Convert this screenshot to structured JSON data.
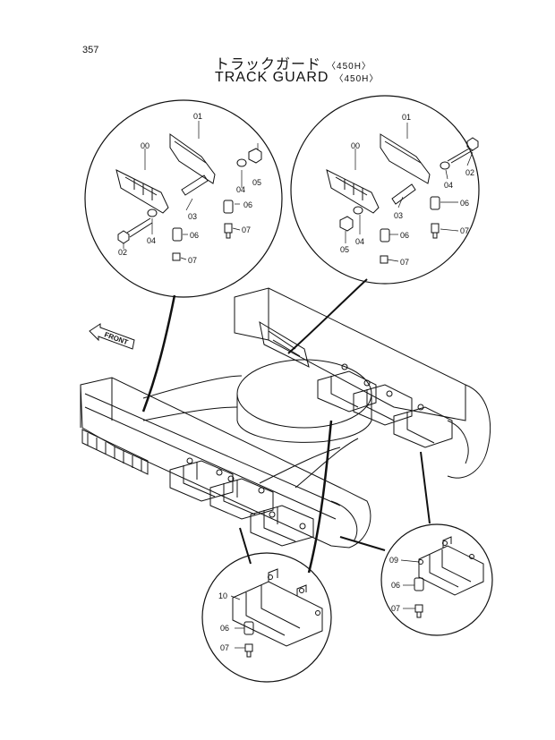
{
  "page": {
    "number": "357"
  },
  "title": {
    "jp": "トラックガード",
    "en": "TRACK GUARD",
    "model": "〈450H〉"
  },
  "front_label": "FRONT",
  "callouts": {
    "left_circle": [
      "01",
      "00",
      "05",
      "04",
      "03",
      "06",
      "04",
      "06",
      "02",
      "07",
      "07"
    ],
    "right_circle": [
      "01",
      "00",
      "02",
      "04",
      "03",
      "06",
      "07",
      "05",
      "04",
      "06",
      "07"
    ],
    "bottom_left_circle": [
      "10",
      "06",
      "07"
    ],
    "bottom_right_circle": [
      "09",
      "06",
      "07"
    ]
  }
}
